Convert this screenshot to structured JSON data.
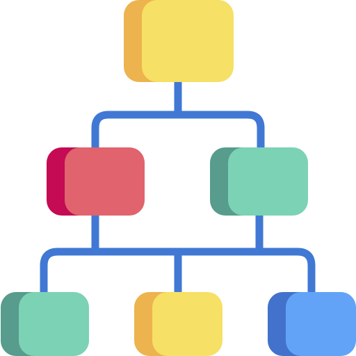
{
  "diagram": {
    "kind": "hierarchy",
    "connector_color": "#4078D4",
    "levels": [
      {
        "nodes": [
          {
            "id": "root",
            "front_color": "#F6E065",
            "back_color": "#EDB34F"
          }
        ]
      },
      {
        "nodes": [
          {
            "id": "mid-left",
            "front_color": "#E0636E",
            "back_color": "#C40B54"
          },
          {
            "id": "mid-right",
            "front_color": "#7CD2B4",
            "back_color": "#579C8C"
          }
        ]
      },
      {
        "nodes": [
          {
            "id": "leaf-left",
            "front_color": "#7CD2B4",
            "back_color": "#579C8C"
          },
          {
            "id": "leaf-center",
            "front_color": "#F6E065",
            "back_color": "#EDB34F"
          },
          {
            "id": "leaf-right",
            "front_color": "#62A3F7",
            "back_color": "#4272CC"
          }
        ]
      }
    ]
  }
}
